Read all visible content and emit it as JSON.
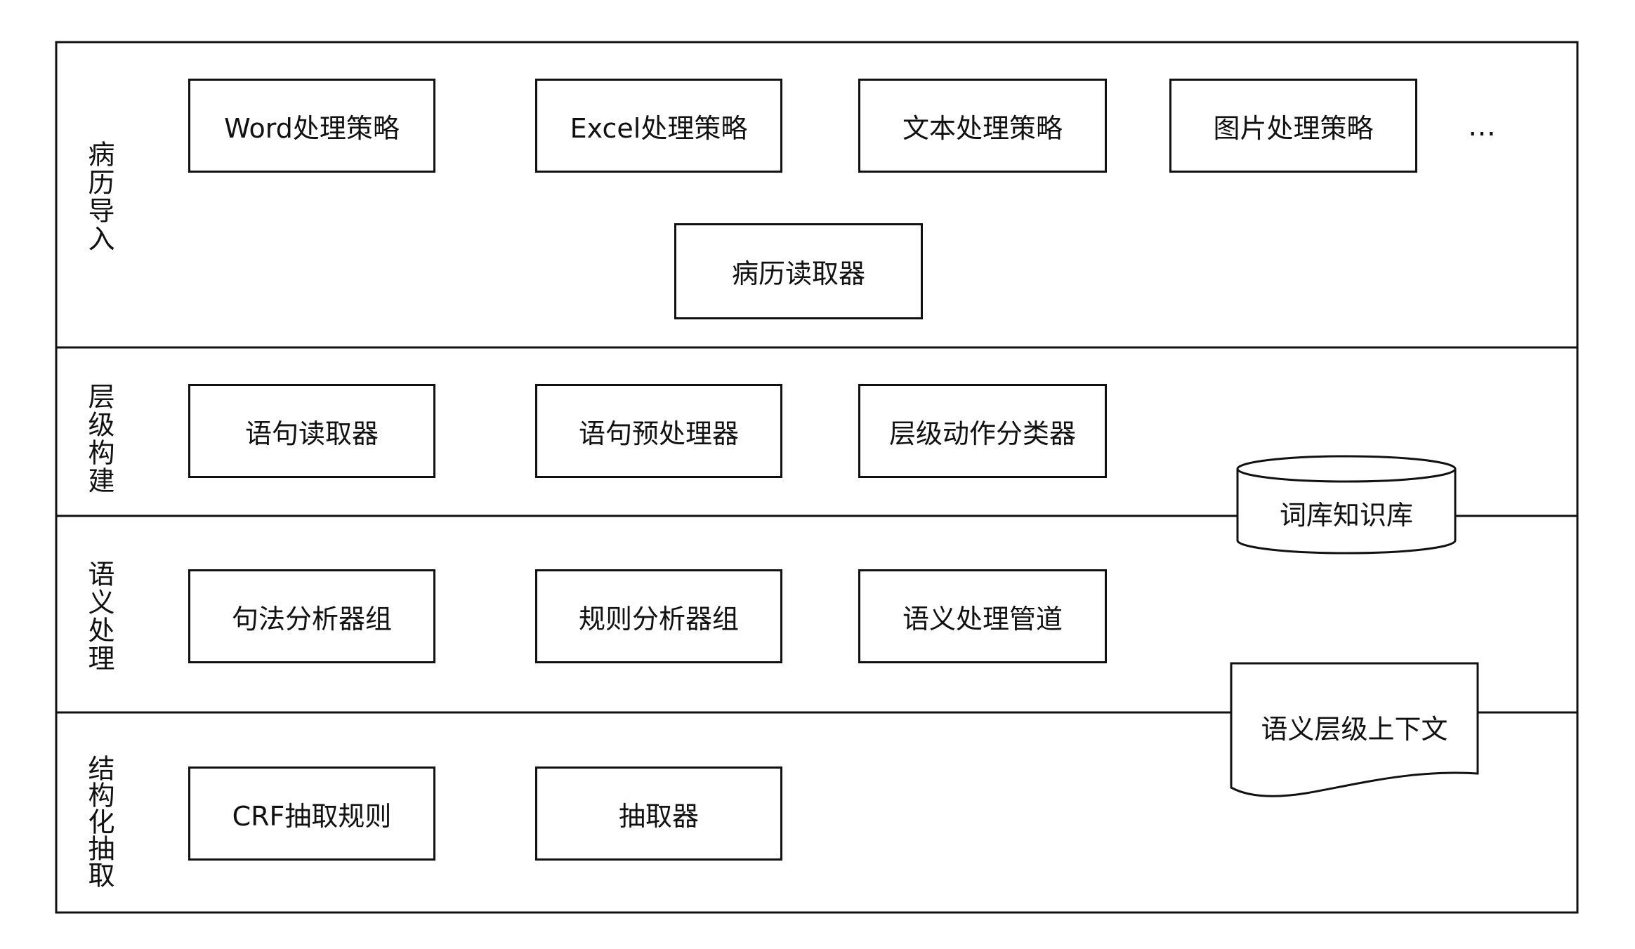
{
  "bands": [
    {
      "id": "import",
      "label": "病历导入"
    },
    {
      "id": "hierarchy",
      "label": "层级构建"
    },
    {
      "id": "semantic",
      "label": "语义处理"
    },
    {
      "id": "extract",
      "label": "结构化抽取"
    }
  ],
  "import": {
    "strategies": [
      "Word处理策略",
      "Excel处理策略",
      "文本处理策略",
      "图片处理策略"
    ],
    "ellipsis": "…",
    "reader": "病历读取器"
  },
  "hierarchy": {
    "items": [
      "语句读取器",
      "语句预处理器",
      "层级动作分类器"
    ]
  },
  "semantic": {
    "items": [
      "句法分析器组",
      "规则分析器组",
      "语义处理管道"
    ]
  },
  "extract": {
    "items": [
      "CRF抽取规则",
      "抽取器"
    ]
  },
  "lexicon_db": "词库知识库",
  "context_doc": "语义层级上下文"
}
